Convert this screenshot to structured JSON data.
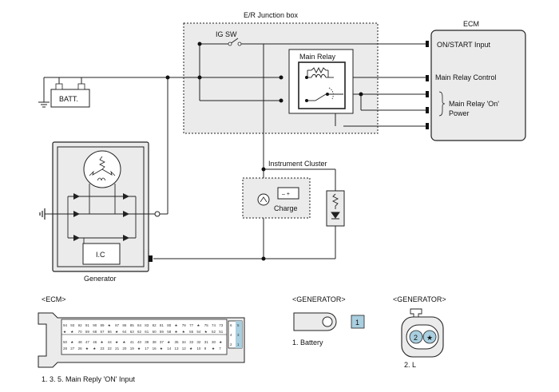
{
  "junction_box": {
    "title": "E/R Junction box",
    "ig_sw": "IG SW",
    "main_relay": "Main Relay"
  },
  "ecm": {
    "title": "ECM",
    "pins": [
      "ON/START Input",
      "Main Relay Control",
      "Main Relay 'On'",
      "Power"
    ]
  },
  "battery": {
    "label": "BATT."
  },
  "generator": {
    "label": "Generator",
    "ic": "I.C"
  },
  "cluster": {
    "title": "Instrument Cluster",
    "charge": "Charge"
  },
  "connectors": {
    "ecm_title": "<ECM>",
    "ecm_note": "1. 3. 5. Main Reply 'ON' Input",
    "gen1_title": "<GENERATOR>",
    "gen1_pin": "1",
    "gen1_note": "1. Battery",
    "gen2_title": "<GENERATOR>",
    "gen2_pin_a": "2",
    "gen2_pin_b": "★",
    "gen2_note": "2. L",
    "ecm_row1": [
      "94",
      "93",
      "92",
      "91",
      "90",
      "89",
      "★",
      "87",
      "86",
      "85",
      "84",
      "83",
      "82",
      "81",
      "80",
      "★",
      "78",
      "77",
      "★",
      "75",
      "74",
      "73"
    ],
    "ecm_row2": [
      "★",
      "★",
      "70",
      "69",
      "68",
      "67",
      "66",
      "★",
      "64",
      "63",
      "62",
      "61",
      "60",
      "59",
      "58",
      "★",
      "★",
      "55",
      "54",
      "★",
      "52",
      "51"
    ],
    "ecm_row3": [
      "50",
      "★",
      "48",
      "47",
      "46",
      "★",
      "44",
      "★",
      "★",
      "41",
      "40",
      "39",
      "38",
      "37",
      "★",
      "35",
      "34",
      "33",
      "32",
      "31",
      "30",
      "★"
    ],
    "ecm_row4": [
      "28",
      "27",
      "26",
      "★",
      "★",
      "23",
      "22",
      "21",
      "20",
      "19",
      "★",
      "17",
      "16",
      "★",
      "14",
      "13",
      "12",
      "★",
      "10",
      "9",
      "★",
      "7"
    ],
    "ecm_side": [
      "6",
      "5",
      "4",
      "3",
      "2",
      "1"
    ]
  }
}
